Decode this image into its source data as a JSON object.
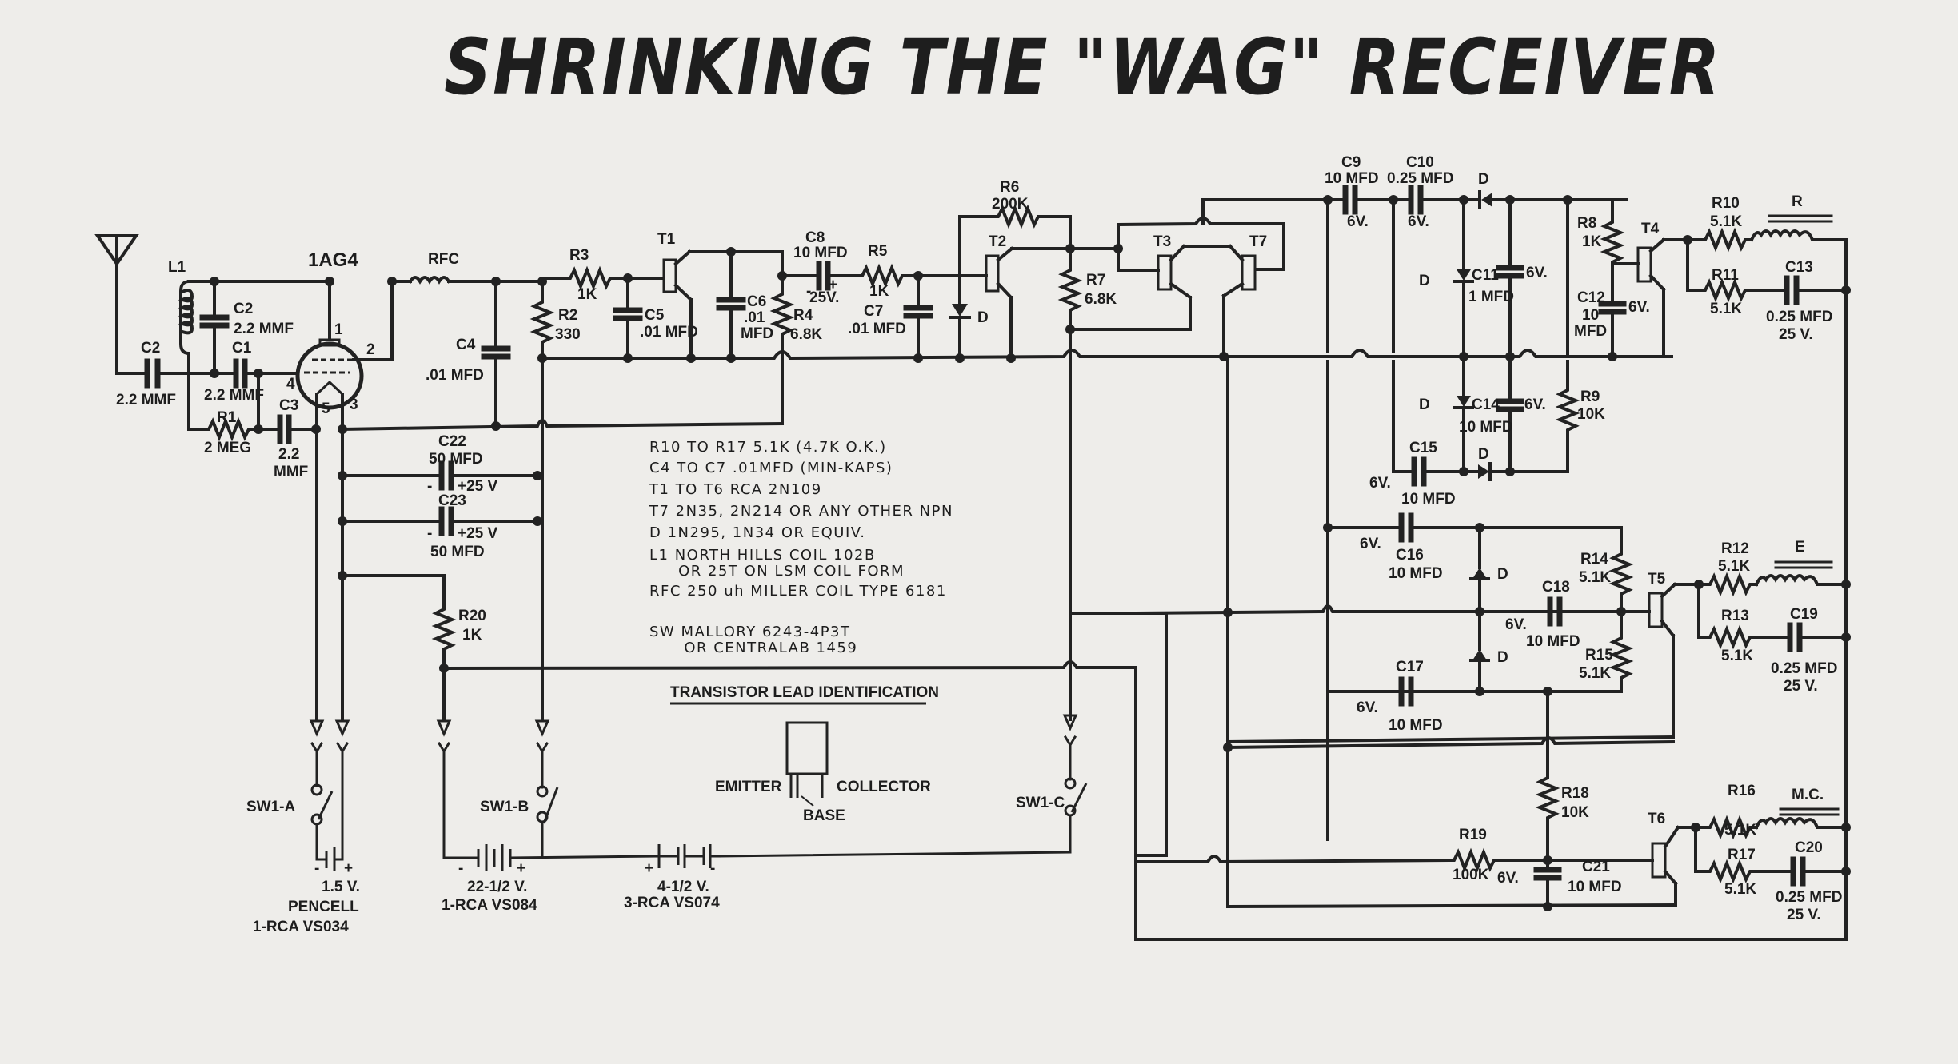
{
  "title": "SHRINKING THE \"WAG\" RECEIVER",
  "tube": {
    "name": "1AG4",
    "pins": [
      "1",
      "2",
      "3",
      "4",
      "5"
    ]
  },
  "components": {
    "L1": {
      "ref": "L1"
    },
    "C2a": {
      "ref": "C2",
      "value": "2.2 MMF"
    },
    "C2b": {
      "ref": "C2",
      "value": "2.2 MMF"
    },
    "C1": {
      "ref": "C1",
      "value": "2.2 MMF"
    },
    "R1": {
      "ref": "R1",
      "value": "2 MEG"
    },
    "C3": {
      "ref": "C3",
      "value": "2.2",
      "value2": "MMF"
    },
    "RFC": {
      "ref": "RFC"
    },
    "C4": {
      "ref": "C4",
      "value": ".01 MFD"
    },
    "R2": {
      "ref": "R2",
      "value": "330"
    },
    "R3": {
      "ref": "R3",
      "value": "1K"
    },
    "C5": {
      "ref": "C5",
      "value": ".01 MFD"
    },
    "T1": {
      "ref": "T1"
    },
    "C6": {
      "ref": "C6",
      "value": ".01",
      "value2": "MFD"
    },
    "R4": {
      "ref": "R4",
      "value": "6.8K"
    },
    "C8": {
      "ref": "C8",
      "value": "10 MFD",
      "volt": "25V.",
      "minus": "-",
      "plus": "+"
    },
    "R5": {
      "ref": "R5",
      "value": "1K"
    },
    "C7": {
      "ref": "C7",
      "value": ".01 MFD"
    },
    "D1": {
      "ref": "D"
    },
    "R6": {
      "ref": "R6",
      "value": "200K"
    },
    "T2": {
      "ref": "T2"
    },
    "R7": {
      "ref": "R7",
      "value": "6.8K"
    },
    "T3": {
      "ref": "T3"
    },
    "T7": {
      "ref": "T7"
    },
    "C9": {
      "ref": "C9",
      "value": "10 MFD",
      "volt": "6V."
    },
    "C10": {
      "ref": "C10",
      "value": "0.25 MFD",
      "volt": "6V."
    },
    "D2": {
      "ref": "D"
    },
    "D3": {
      "ref": "D"
    },
    "C11": {
      "ref": "C11",
      "value": "1 MFD",
      "volt": "6V."
    },
    "R8": {
      "ref": "R8",
      "value": "1K"
    },
    "T4": {
      "ref": "T4"
    },
    "C12": {
      "ref": "C12",
      "value": "10",
      "value2": "MFD",
      "volt": "6V."
    },
    "R10": {
      "ref": "R10",
      "value": "5.1K"
    },
    "R11": {
      "ref": "R11",
      "value": "5.1K"
    },
    "R": {
      "ref": "R"
    },
    "C13": {
      "ref": "C13",
      "value": "0.25 MFD",
      "volt": "25 V."
    },
    "D4": {
      "ref": "D"
    },
    "C14": {
      "ref": "C14",
      "value": "10 MFD",
      "volt": "6V."
    },
    "R9": {
      "ref": "R9",
      "value": "10K"
    },
    "C15": {
      "ref": "C15",
      "value": "10 MFD",
      "volt": "6V."
    },
    "D5": {
      "ref": "D"
    },
    "C16": {
      "ref": "C16",
      "value": "10 MFD",
      "volt": "6V."
    },
    "D6": {
      "ref": "D"
    },
    "D7": {
      "ref": "D"
    },
    "R14": {
      "ref": "R14",
      "value": "5.1K"
    },
    "C18": {
      "ref": "C18",
      "value": "10 MFD",
      "volt": "6V."
    },
    "R15": {
      "ref": "R15",
      "value": "5.1K"
    },
    "T5": {
      "ref": "T5"
    },
    "R12": {
      "ref": "R12",
      "value": "5.1K"
    },
    "E": {
      "ref": "E"
    },
    "R13": {
      "ref": "R13",
      "value": "5.1K"
    },
    "C19": {
      "ref": "C19",
      "value": "0.25 MFD",
      "volt": "25 V."
    },
    "C17": {
      "ref": "C17",
      "value": "10 MFD",
      "volt": "6V."
    },
    "R18": {
      "ref": "R18",
      "value": "10K"
    },
    "R19": {
      "ref": "R19",
      "value": "100K"
    },
    "C21": {
      "ref": "C21",
      "value": "10 MFD",
      "volt": "6V."
    },
    "T6": {
      "ref": "T6"
    },
    "R16": {
      "ref": "R16",
      "value": "5.1K"
    },
    "MC": {
      "ref": "M.C."
    },
    "R17": {
      "ref": "R17",
      "value": "5.1K"
    },
    "C20": {
      "ref": "C20",
      "value": "0.25 MFD",
      "volt": "25 V."
    },
    "C22": {
      "ref": "C22",
      "value": "50 MFD",
      "volt": "+25 V"
    },
    "C23": {
      "ref": "C23",
      "value": "50 MFD",
      "volt": "+25 V"
    },
    "R20": {
      "ref": "R20",
      "value": "1K"
    }
  },
  "switches": {
    "a": "SW1-A",
    "b": "SW1-B",
    "c": "SW1-C"
  },
  "batteries": {
    "a": {
      "volt": "1.5 V.",
      "name": "PENCELL",
      "type": "1-RCA VS034"
    },
    "b": {
      "volt": "22-1/2 V.",
      "type": "1-RCA VS084"
    },
    "c": {
      "volt": "4-1/2 V.",
      "type": "3-RCA VS074"
    }
  },
  "notes": [
    "R10 TO R17 5.1K  (4.7K O.K.)",
    "C4 TO C7 .01MFD  (MIN-KAPS)",
    "T1 TO T6  RCA 2N109",
    "T7  2N35, 2N214  OR ANY OTHER NPN",
    "D  1N295, 1N34  OR EQUIV.",
    "L1  NORTH HILLS COIL 102B",
    "     OR 25T ON LSM COIL FORM",
    "RFC  250 uh  MILLER COIL TYPE 6181",
    "",
    "SW  MALLORY 6243-4P3T",
    "      OR CENTRALAB 1459"
  ],
  "lead_id": {
    "heading": "TRANSISTOR LEAD IDENTIFICATION",
    "emitter": "EMITTER",
    "collector": "COLLECTOR",
    "base": "BASE"
  }
}
